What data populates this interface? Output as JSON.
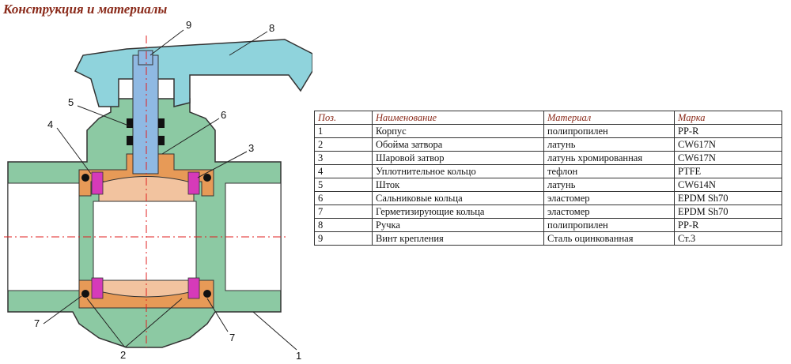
{
  "title": "Конструкция и материалы",
  "callouts": [
    "9",
    "8",
    "5",
    "6",
    "4",
    "3",
    "7",
    "2",
    "7",
    "1"
  ],
  "table": {
    "headers": [
      "Поз.",
      "Наименование",
      "Материал",
      "Марка"
    ],
    "rows": [
      [
        "1",
        "Корпус",
        "полипропилен",
        "PP-R"
      ],
      [
        "2",
        "Обойма затвора",
        "латунь",
        "CW617N"
      ],
      [
        "3",
        "Шаровой затвор",
        "латунь хромированная",
        "CW617N"
      ],
      [
        "4",
        "Уплотнительное кольцо",
        "тефлон",
        "PTFE"
      ],
      [
        "5",
        "Шток",
        "латунь",
        "CW614N"
      ],
      [
        "6",
        "Сальниковые кольца",
        "эластомер",
        "EPDM Sh70"
      ],
      [
        "7",
        "Герметизирующие кольца",
        "эластомер",
        "EPDM Sh70"
      ],
      [
        "8",
        "Ручка",
        "полипропилен",
        "PP-R"
      ],
      [
        "9",
        "Винт крепления",
        "Сталь оцинкованная",
        "Ст.3"
      ]
    ]
  },
  "colors": {
    "body": "#8cc9a3",
    "handle": "#8fd3dc",
    "brass": "#e79a57",
    "ball": "#f2c39f",
    "stem": "#8fb9e3",
    "seal": "#d63ab9",
    "oring": "#111111",
    "centerline": "#e02020"
  }
}
